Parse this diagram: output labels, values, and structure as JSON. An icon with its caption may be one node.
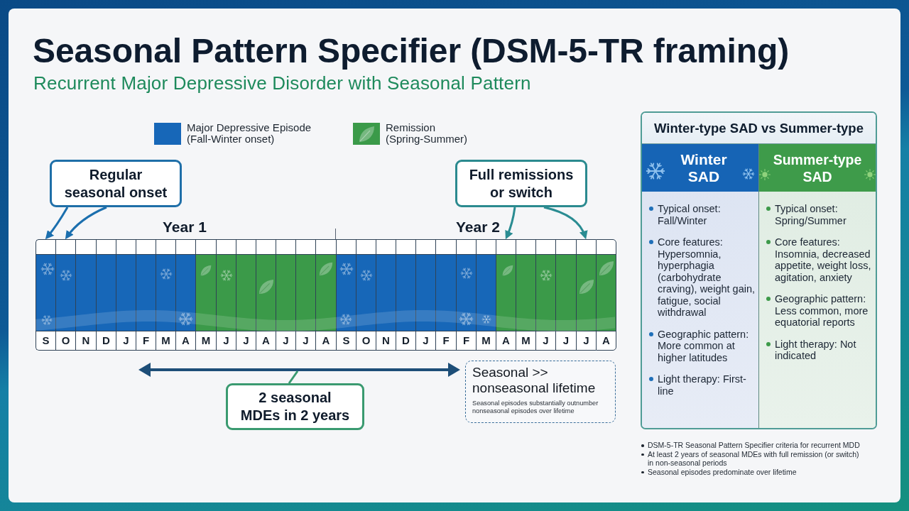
{
  "diagram": {
    "title": "Seasonal Pattern Specifier (DSM-5-TR framing)",
    "nodes": [
      {
        "text": [
          "Regular seasonal onset"
        ]
      },
      {
        "text": [
          "Full remissions or switch"
        ]
      },
      {
        "text": [
          "S"
        ]
      },
      {
        "text": [
          "O"
        ]
      },
      {
        "text": [
          "N"
        ]
      },
      {
        "text": [
          "D"
        ]
      },
      {
        "text": [
          "J"
        ]
      },
      {
        "text": [
          "F"
        ]
      },
      {
        "text": [
          "M"
        ]
      },
      {
        "text": [
          "A"
        ]
      },
      {
        "text": [
          "M"
        ]
      },
      {
        "text": [
          "J"
        ]
      },
      {
        "text": [
          "J"
        ]
      },
      {
        "text": [
          "A"
        ]
      },
      {
        "text": [
          "J"
        ]
      },
      {
        "text": [
          "J"
        ]
      },
      {
        "text": [
          "A"
        ]
      },
      {
        "text": [
          "S"
        ]
      },
      {
        "text": [
          "O"
        ]
      },
      {
        "text": [
          "N"
        ]
      },
      {
        "text": [
          "D"
        ]
      },
      {
        "text": [
          "J"
        ]
      },
      {
        "text": [
          "F"
        ]
      },
      {
        "text": [
          "F"
        ]
      },
      {
        "text": [
          "M"
        ]
      },
      {
        "text": [
          "A"
        ]
      },
      {
        "text": [
          "M"
        ]
      },
      {
        "text": [
          "J"
        ]
      },
      {
        "text": [
          "J"
        ]
      },
      {
        "text": [
          "J"
        ]
      },
      {
        "text": [
          "A"
        ]
      },
      {
        "text": [
          "2 seasonal MDEs in 2 years"
        ]
      },
      {
        "text": [
          "Seasonal >> nonseasonal lifetime",
          "Seasonal episodes substantially outnumber nonseasonal episodes over lifetime"
        ]
      },
      {
        "text": [
          "Winter-type SAD vs Summer-type"
        ]
      },
      {
        "text": [
          "Winter SAD",
          "Typical onset: Fall/Winter",
          "Core features: Hypersomnia, hyperphagia (carbohydrate craving), weight gain, fatigue, social withdrawal",
          "Geographic pattern: More common at higher latitudes",
          "Light therapy: First-line"
        ],
        "in": 33
      },
      {
        "text": [
          "Summer-type SAD",
          "Typical onset: Spring/Summer",
          "Core features: Insomnia, decreased appetite, weight loss, agitation, anxiety",
          "Geographic pattern: Less common, more equatorial reports",
          "Light therapy: Not indicated"
        ],
        "in": 33
      }
    ],
    "edges": [
      {
        "from": 0,
        "to": 2,
        "arrow": "to",
        "color": "#1b6fae"
      },
      {
        "from": 0,
        "to": 3,
        "arrow": "to",
        "color": "#1b6fae"
      },
      {
        "from": 1,
        "to": 25,
        "arrow": "to",
        "color": "#2a8c92"
      },
      {
        "from": 1,
        "to": 29,
        "arrow": "to",
        "color": "#2a8c92"
      },
      {
        "from": 31,
        "to": null,
        "arrow": "none",
        "color": "#3a9a70"
      }
    ],
    "labels": [
      "Recurrent Major Depressive Disorder with Seasonal Pattern",
      "Year 1",
      "Year 2",
      "DSM-5-TR Seasonal Pattern Specifier criteria for recurrent MDD",
      "At least 2 years of seasonal MDEs with full remission (or switch) in non-seasonal periods",
      "Seasonal episodes predominate over lifetime"
    ],
    "legend": [
      {
        "text": "Major Depressive Episode (Fall-Winter onset)",
        "color": "#1767b8"
      },
      {
        "text": "Remission (Spring-Summer)",
        "color": "#3b9a49"
      }
    ]
  }
}
